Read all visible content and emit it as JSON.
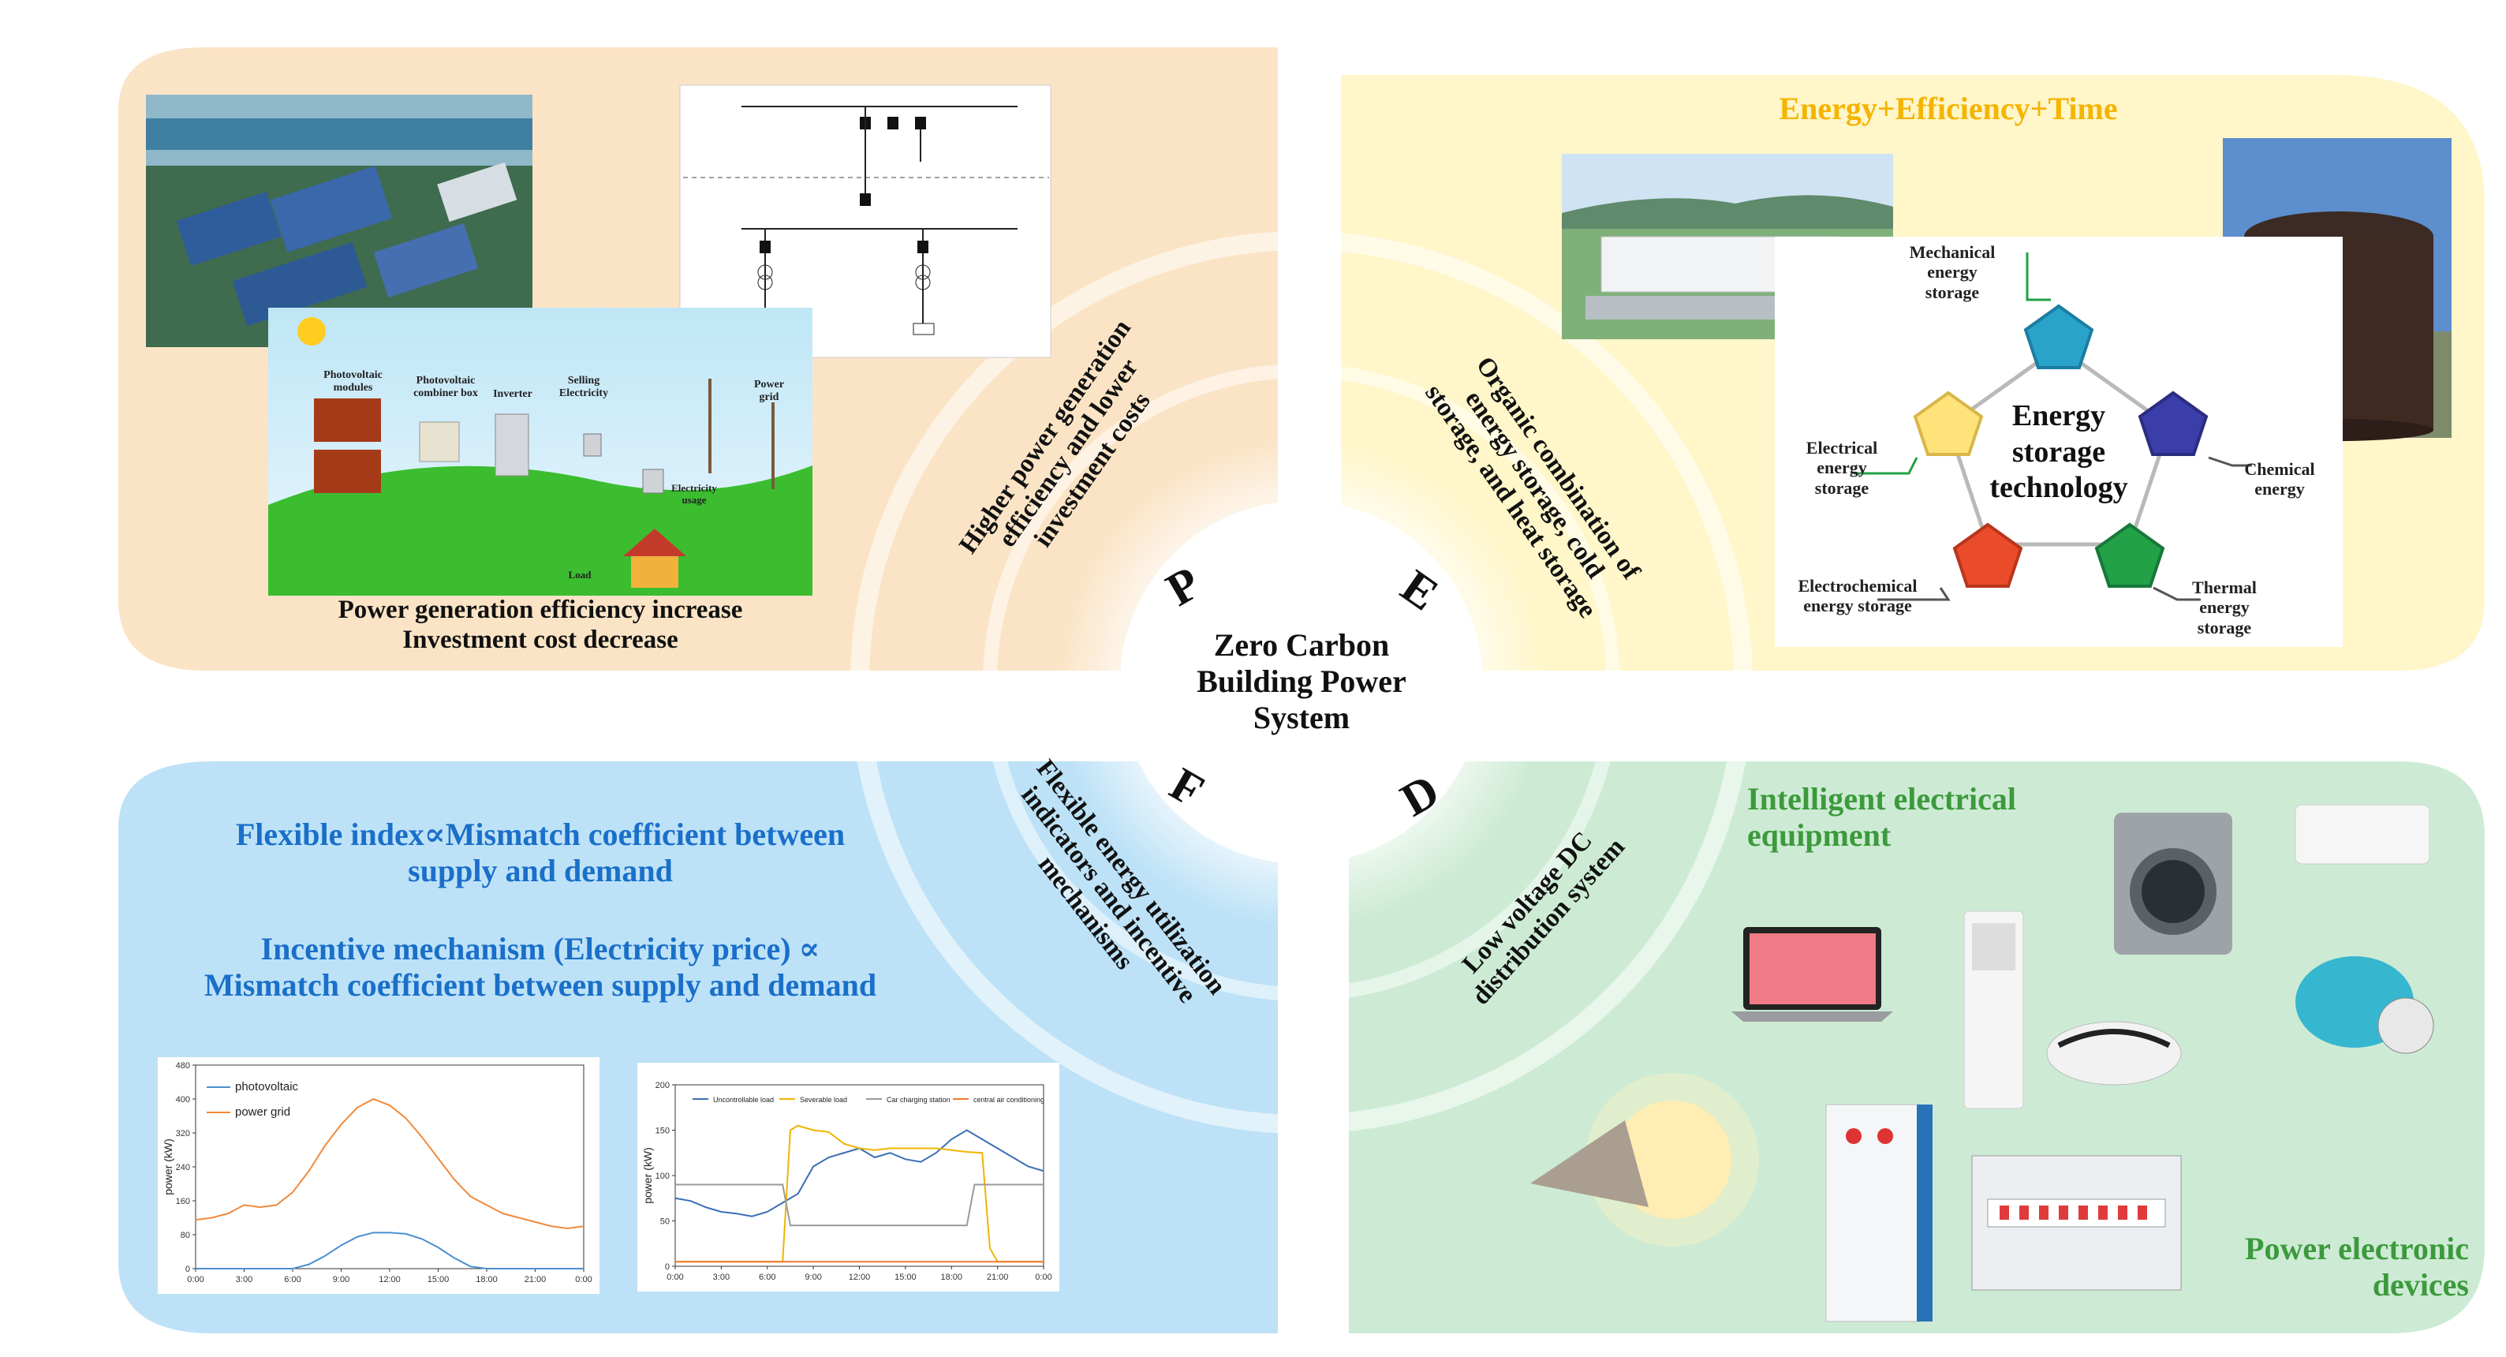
{
  "center": {
    "title_lines": [
      "Zero Carbon",
      "Building Power",
      "System"
    ],
    "letters": {
      "p": "P",
      "e": "E",
      "f": "F",
      "d": "D"
    }
  },
  "top_left": {
    "ring_text_lines": [
      "Higher power generation",
      "efficiency and lower",
      "investment costs"
    ],
    "caption_lines": [
      "Power generation efficiency increase",
      "Investment cost decrease"
    ],
    "pv_diagram_labels": {
      "modules": "Photovoltaic modules",
      "combiner": "Photovoltaic combiner box",
      "inverter": "Inverter",
      "selling": "Selling Electricity",
      "grid": "Power grid",
      "usage": "Electricity usage",
      "load": "Load"
    }
  },
  "top_right": {
    "heading": "Energy+Efficiency+Time",
    "ring_text_lines": [
      "Organic combination of",
      "energy storage, cold",
      "storage, and heat storage"
    ],
    "hub_lines": [
      "Energy",
      "storage",
      "technology"
    ],
    "nodes": {
      "mechanical": [
        "Mechanical",
        "energy",
        "storage"
      ],
      "electrical": [
        "Electrical",
        "energy",
        "storage"
      ],
      "chemical": [
        "Chemical",
        "energy"
      ],
      "electrochemical": [
        "Electrochemical",
        "energy storage"
      ],
      "thermal": [
        "Thermal",
        "energy",
        "storage"
      ]
    },
    "colors": {
      "mechanical": "#29a3c9",
      "electrical": "#ffe37a",
      "chemical": "#3b3ea8",
      "electrochemical": "#ea4b2b",
      "thermal": "#22a147"
    }
  },
  "bottom_left": {
    "ring_text_lines": [
      "Flexible energy utilization",
      "indicators and incentive",
      "mechanisms"
    ],
    "eq1_lines": [
      "Flexible index∝Mismatch coefficient between",
      "supply and demand"
    ],
    "eq2_lines": [
      "Incentive mechanism (Electricity price) ∝",
      "Mismatch coefficient between supply and demand"
    ],
    "text_color": "#1a6fc9"
  },
  "bottom_right": {
    "ring_text_lines": [
      "Low voltage DC",
      "distribution system"
    ],
    "heading_lines": [
      "Intelligent electrical",
      "equipment"
    ],
    "footer_lines": [
      "Power electronic",
      "devices"
    ],
    "text_color": "#3c9a3c"
  },
  "chart_data": [
    {
      "type": "line",
      "ylabel": "power (kW)",
      "ylim": [
        0,
        480
      ],
      "yticks": [
        "0",
        "80",
        "160",
        "240",
        "320",
        "400",
        "480"
      ],
      "xticks": [
        "0:00",
        "3:00",
        "6:00",
        "9:00",
        "12:00",
        "15:00",
        "18:00",
        "21:00",
        "0:00"
      ],
      "series": [
        {
          "name": "photovoltaic",
          "color": "#4a8fd0",
          "x": [
            0,
            1,
            2,
            3,
            4,
            5,
            6,
            7,
            8,
            9,
            10,
            11,
            12,
            13,
            14,
            15,
            16,
            17,
            18,
            19,
            20,
            21,
            22,
            23,
            24
          ],
          "values": [
            0,
            0,
            0,
            0,
            0,
            0,
            0,
            10,
            30,
            55,
            75,
            85,
            85,
            82,
            70,
            50,
            25,
            5,
            0,
            0,
            0,
            0,
            0,
            0,
            0
          ]
        },
        {
          "name": "power grid",
          "color": "#f08a3c",
          "x": [
            0,
            1,
            2,
            3,
            4,
            5,
            6,
            7,
            8,
            9,
            10,
            11,
            12,
            13,
            14,
            15,
            16,
            17,
            18,
            19,
            20,
            21,
            22,
            23,
            24
          ],
          "values": [
            115,
            120,
            130,
            150,
            145,
            150,
            180,
            230,
            290,
            340,
            380,
            400,
            385,
            355,
            310,
            260,
            210,
            170,
            150,
            130,
            120,
            110,
            100,
            95,
            100
          ]
        }
      ]
    },
    {
      "type": "line",
      "ylabel": "power (kW)",
      "ylim": [
        0,
        200
      ],
      "yticks": [
        "0",
        "50",
        "100",
        "150",
        "200"
      ],
      "xticks": [
        "0:00",
        "3:00",
        "6:00",
        "9:00",
        "12:00",
        "15:00",
        "18:00",
        "21:00",
        "0:00"
      ],
      "series": [
        {
          "name": "Uncontrollable load",
          "color": "#3b6fb6",
          "x": [
            0,
            1,
            2,
            3,
            4,
            5,
            6,
            7,
            8,
            9,
            10,
            11,
            12,
            13,
            14,
            15,
            16,
            17,
            18,
            19,
            20,
            21,
            22,
            23,
            24
          ],
          "values": [
            75,
            72,
            65,
            60,
            58,
            55,
            60,
            70,
            80,
            110,
            120,
            125,
            130,
            120,
            125,
            118,
            115,
            125,
            140,
            150,
            140,
            130,
            120,
            110,
            105
          ]
        },
        {
          "name": "Severable load",
          "color": "#f0b400",
          "x": [
            0,
            1,
            2,
            3,
            4,
            5,
            6,
            7,
            7.5,
            8,
            9,
            10,
            11,
            12,
            13,
            14,
            15,
            16,
            17,
            18,
            19,
            20,
            20.5,
            21,
            22,
            23,
            24
          ],
          "values": [
            5,
            5,
            5,
            5,
            5,
            5,
            5,
            5,
            150,
            155,
            150,
            148,
            135,
            130,
            128,
            130,
            130,
            130,
            130,
            128,
            126,
            125,
            20,
            5,
            5,
            5,
            5
          ]
        },
        {
          "name": "Car charging station",
          "color": "#999999",
          "x": [
            0,
            1,
            2,
            3,
            4,
            5,
            6,
            7,
            7.5,
            8,
            12,
            16,
            18,
            19,
            19.5,
            20,
            21,
            22,
            23,
            24
          ],
          "values": [
            90,
            90,
            90,
            90,
            90,
            90,
            90,
            90,
            45,
            45,
            45,
            45,
            45,
            45,
            90,
            90,
            90,
            90,
            90,
            90
          ]
        },
        {
          "name": "central air conditioning",
          "color": "#f07a30",
          "x": [
            0,
            6,
            7,
            7.5,
            8,
            12,
            16,
            19,
            20,
            20.5,
            21,
            24
          ],
          "values": [
            5,
            5,
            5,
            5,
            5,
            5,
            5,
            5,
            5,
            5,
            5,
            5
          ]
        }
      ]
    }
  ]
}
